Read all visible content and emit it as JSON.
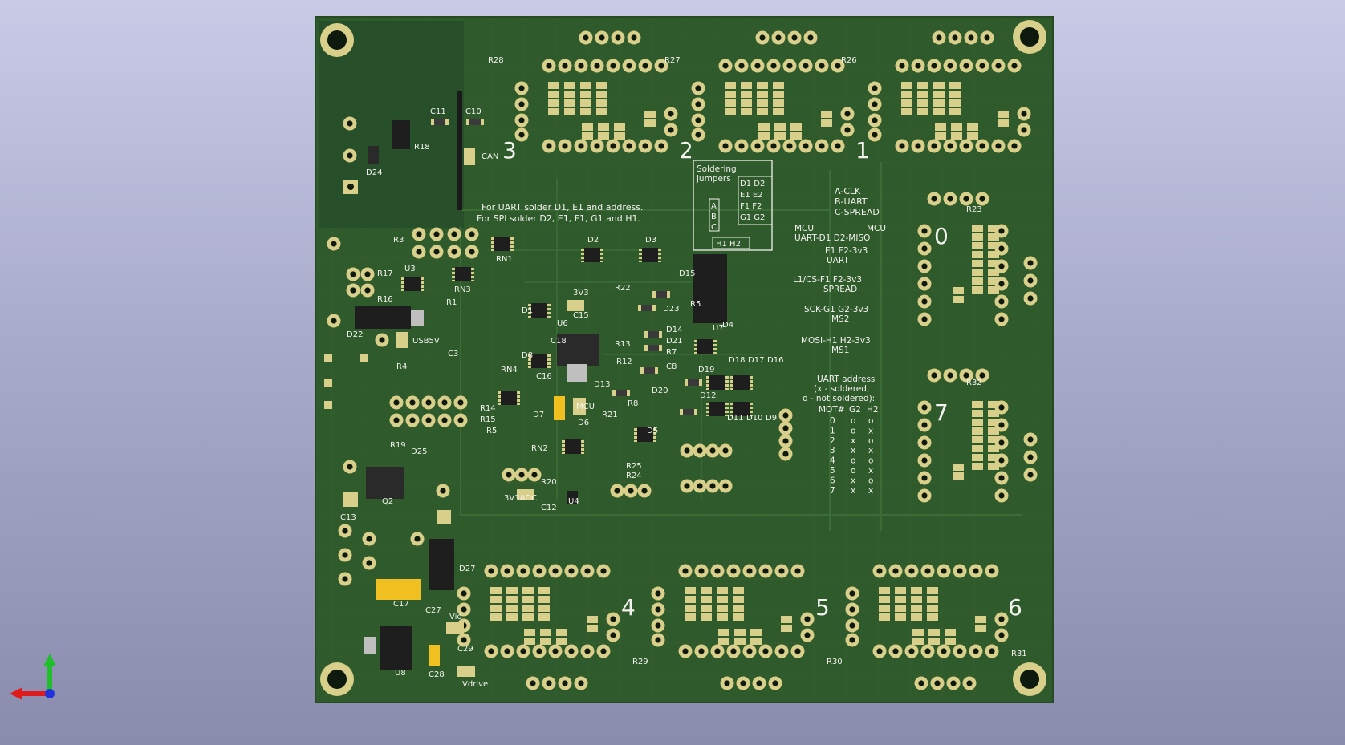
{
  "colors": {
    "board": "#2f5a2b",
    "copper_zone": "#27502a",
    "trace": "#3c6d36",
    "silkscreen": "#f2f2ee",
    "pad": "#d8cf8a",
    "hole": "#0f1a0e",
    "background_top": "#c9cae6",
    "background_bottom": "#8a8cae"
  },
  "board": {
    "motor_numbers": [
      "3",
      "2",
      "1",
      "0",
      "7",
      "4",
      "5",
      "6"
    ],
    "notes": {
      "uart_line": "For UART solder D1, E1 and address.",
      "spi_line": "For SPI solder D2, E1, F1, G1 and H1."
    },
    "jumper_box": {
      "title_1": "Soldering",
      "title_2": "jumpers",
      "pairs": [
        "D1 D2",
        "E1 E2",
        "F1 F2",
        "G1 G2"
      ],
      "column": [
        "A",
        "B",
        "C"
      ],
      "bottom": "H1 H2"
    },
    "legend": {
      "a": "A-CLK",
      "b": "B-UART",
      "c": "C-SPREAD",
      "mcu_left": "MCU",
      "mcu_right": "MCU",
      "uart_row": "UART-D1 D2-MISO",
      "e_row": "E1 E2-3v3",
      "e_label": "UART",
      "l_row": "L1/CS-F1 F2-3v3",
      "l_label": "SPREAD",
      "sck_row": "SCK-G1 G2-3v3",
      "sck_label": "MS2",
      "mosi_row": "MOSI-H1 H2-3v3",
      "mosi_label": "MS1"
    },
    "address_table": {
      "title": "UART address",
      "subtitle_1": "(x - soldered,",
      "subtitle_2": "o - not soldered):",
      "headers": [
        "MOT#",
        "G2",
        "H2"
      ],
      "rows": [
        [
          "0",
          "o",
          "o"
        ],
        [
          "1",
          "o",
          "x"
        ],
        [
          "2",
          "x",
          "o"
        ],
        [
          "3",
          "x",
          "x"
        ],
        [
          "4",
          "o",
          "o"
        ],
        [
          "5",
          "o",
          "x"
        ],
        [
          "6",
          "x",
          "o"
        ],
        [
          "7",
          "x",
          "x"
        ]
      ]
    },
    "designators": {
      "R28": "R28",
      "R27": "R27",
      "R26": "R26",
      "R23": "R23",
      "R32": "R32",
      "R31": "R31",
      "R29": "R29",
      "R30": "R30",
      "C11": "C11",
      "C10": "C10",
      "CAN": "CAN",
      "R18": "R18",
      "D24": "D24",
      "R3": "R3",
      "RN1": "RN1",
      "D2": "D2",
      "D3": "D3",
      "R17": "R17",
      "U3": "U3",
      "RN3": "RN3",
      "R16": "R16",
      "R1": "R1",
      "D1": "D1",
      "3V3": "3V3",
      "R22": "R22",
      "D15": "D15",
      "D23": "D23",
      "R5a": "R5",
      "U7": "U7",
      "D22": "D22",
      "USB5V": "USB5V",
      "C3": "C3",
      "U6": "U6",
      "C15": "C15",
      "D14": "D14",
      "D21": "D21",
      "R7": "R7",
      "D4": "D4",
      "C18": "C18",
      "R13": "R13",
      "R12": "R12",
      "C8": "C8",
      "D18": "D18",
      "D17": "D17",
      "D16": "D16",
      "D8": "D8",
      "R4": "R4",
      "RN4": "RN4",
      "C16": "C16",
      "D13": "D13",
      "D20": "D20",
      "D19": "D19",
      "MCU": "MCU",
      "R8": "R8",
      "D12": "D12",
      "R14": "R14",
      "R15": "R15",
      "R5b": "R5",
      "D7": "D7",
      "R21": "R21",
      "D6": "D6",
      "D5": "D5",
      "D11": "D11",
      "D10": "D10",
      "D9": "D9",
      "R19": "R19",
      "D25": "D25",
      "RN2": "RN2",
      "R25": "R25",
      "R24": "R24",
      "R20": "R20",
      "3V3ADC": "3V3ADC",
      "U4": "U4",
      "C12": "C12",
      "Q2": "Q2",
      "C13": "C13",
      "D27": "D27",
      "C17": "C17",
      "C27": "C27",
      "Vio": "Vio",
      "U8": "U8",
      "C29": "C29",
      "C28": "C28",
      "Vdrive": "Vdrive"
    }
  },
  "axis_icon": {
    "x_color": "#e01b1b",
    "y_color": "#1fbf2a",
    "z_color": "#2233dd"
  }
}
